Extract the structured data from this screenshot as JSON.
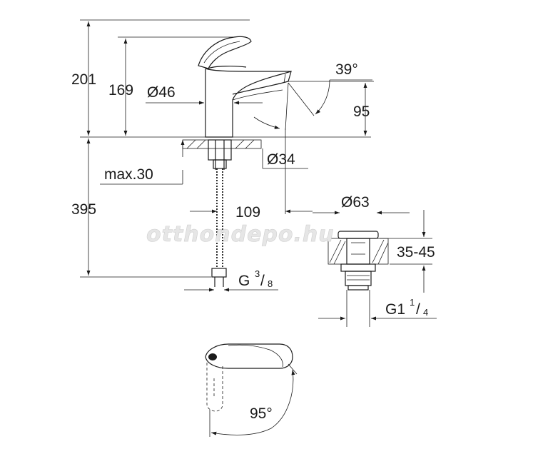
{
  "dimensions": {
    "total_height": "201",
    "spout_height": "169",
    "spout_diameter": "Ø46",
    "spout_angle": "39°",
    "outlet_height": "95",
    "thread_diameter": "Ø34",
    "max_thickness": "max.30",
    "below_height": "395",
    "reach": "109",
    "waste_diameter": "Ø63",
    "basin_thickness": "35-45",
    "hose_thread_prefix": "G",
    "hose_thread_num": "3",
    "hose_thread_den": "8",
    "waste_thread_prefix": "G1",
    "waste_thread_num": "1",
    "waste_thread_den": "4",
    "rotation_angle": "95°"
  },
  "watermark": "otthondepo.hu"
}
